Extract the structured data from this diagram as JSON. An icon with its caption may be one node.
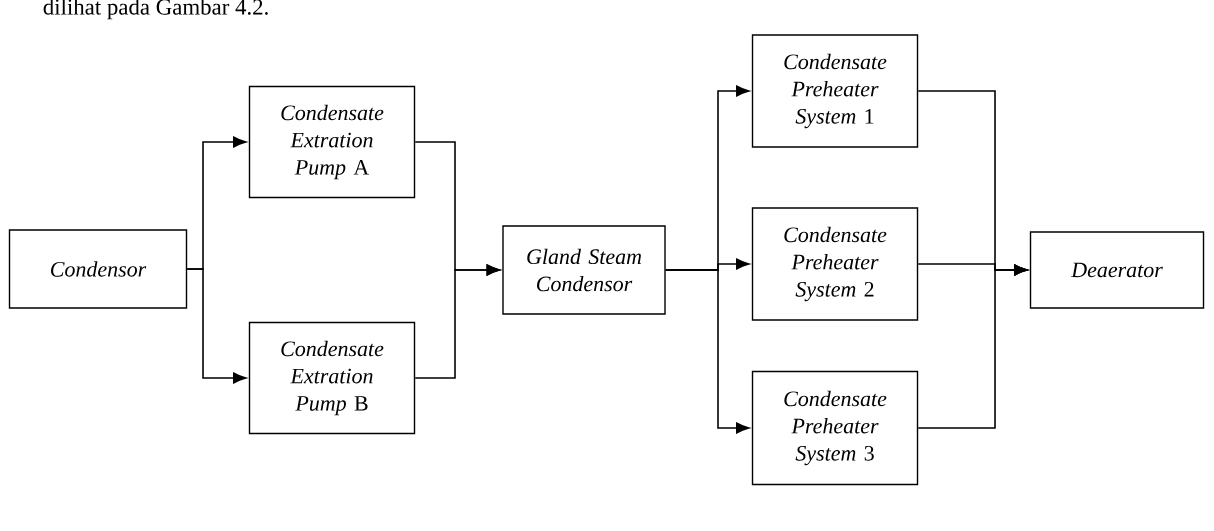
{
  "diagram": {
    "nodes": [
      {
        "text": [
          "Condensor"
        ]
      },
      {
        "text": [
          "*Condensate Extration Pump* A"
        ]
      },
      {
        "text": [
          "*Condensate Extration Pump* B"
        ]
      },
      {
        "text": [
          "Gland Steam Condensor"
        ]
      },
      {
        "text": [
          "*Condensate Preheater System* 1"
        ]
      },
      {
        "text": [
          "*Condensate Preheater System* 2"
        ]
      },
      {
        "text": [
          "*Condensate Preheater System* 3"
        ]
      },
      {
        "text": [
          "Deaerator"
        ]
      }
    ],
    "edges": [
      {
        "from": 0,
        "to": 1,
        "arrow": "to"
      },
      {
        "from": 0,
        "to": 2,
        "arrow": "to"
      },
      {
        "from": 1,
        "to": 3,
        "arrow": "to"
      },
      {
        "from": 2,
        "to": 3,
        "arrow": "to"
      },
      {
        "from": 3,
        "to": 4,
        "arrow": "to"
      },
      {
        "from": 3,
        "to": 5,
        "arrow": "to"
      },
      {
        "from": 3,
        "to": 6,
        "arrow": "to"
      },
      {
        "from": 4,
        "to": 7,
        "arrow": "to"
      },
      {
        "from": 5,
        "to": 7,
        "arrow": "to"
      },
      {
        "from": 6,
        "to": 7,
        "arrow": "to"
      }
    ],
    "labels": [
      "dilihat pada Gambar 4.2."
    ]
  }
}
